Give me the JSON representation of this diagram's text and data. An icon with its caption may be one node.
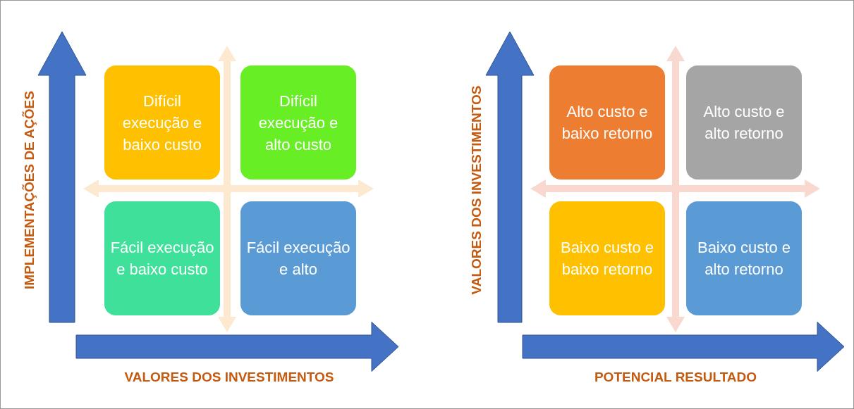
{
  "diagram": {
    "nodes": [
      {
        "text": [
          "Difícil execução e baixo custo"
        ]
      },
      {
        "text": [
          "Difícil execução e alto custo"
        ]
      },
      {
        "text": [
          "Fácil execução e baixo custo"
        ]
      },
      {
        "text": [
          "Fácil execução e alto"
        ]
      },
      {
        "text": [
          "Alto custo e baixo retorno"
        ]
      },
      {
        "text": [
          "Alto custo e alto retorno"
        ]
      },
      {
        "text": [
          "Baixo custo e baixo retorno"
        ]
      },
      {
        "text": [
          "Baixo custo e alto retorno"
        ]
      }
    ],
    "labels": [
      "IMPLEMENTAÇÕES DE AÇÕES",
      "VALORES DOS INVESTIMENTOS",
      "VALORES DOS INVESTIMENTOS",
      "POTENCIAL RESULTADO"
    ]
  }
}
